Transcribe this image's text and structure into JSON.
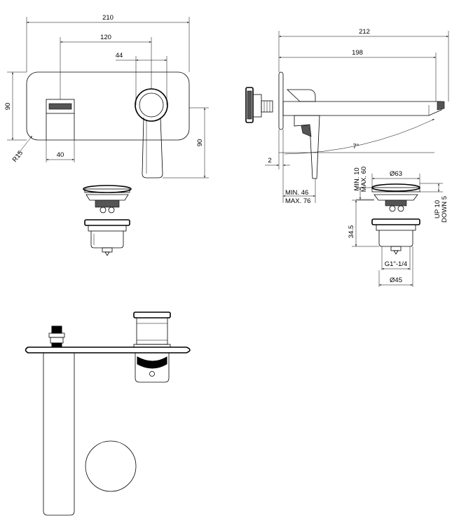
{
  "diagram": {
    "front_view": {
      "plate_width": "210",
      "spout_offset": "120",
      "handle_width": "44",
      "plate_height": "90",
      "corner_radius": "R15",
      "spout_width": "40",
      "handle_length": "90"
    },
    "side_view": {
      "overall_length": "212",
      "spout_reach": "198",
      "angle": "7°",
      "plate_gap": "2",
      "min_depth": "MIN. 46",
      "max_depth": "MAX. 76"
    },
    "drain_view": {
      "min_height": "MIN. 10",
      "max_height": "MAX. 60",
      "cap_diameter": "Ø63",
      "travel_up": "UP 10",
      "travel_down": "DOWN 5",
      "body_height": "34.5",
      "thread": "G1\"-1/4",
      "body_diameter": "Ø45"
    }
  }
}
